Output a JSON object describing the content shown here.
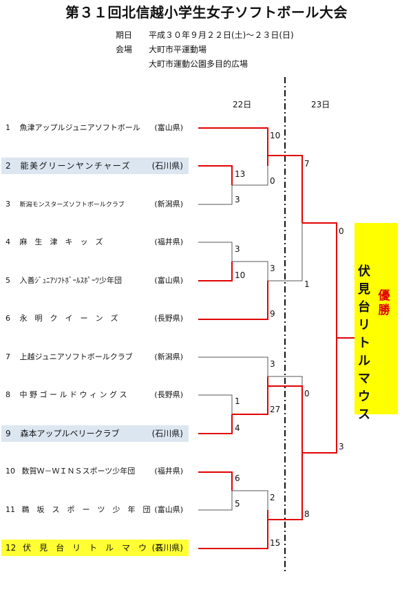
{
  "title": "第３１回北信越小学生女子ソフトボール大会",
  "info": {
    "date_label": "期日",
    "date_value": "平成３０年９月２２日(土)～２３日(日)",
    "venue_label": "会場",
    "venue_1": "大町市平運動場",
    "venue_2": "大町市運動公園多目的広場"
  },
  "days": {
    "day1": "22日",
    "day2": "23日"
  },
  "teams": [
    {
      "num": "1",
      "name": "魚津アップルジュニアソフトボール",
      "pref": "(富山県)"
    },
    {
      "num": "2",
      "name": "能美グリーンヤンチャーズ",
      "pref": "(石川県)"
    },
    {
      "num": "3",
      "name": "新潟モンスターズソフトボールクラブ",
      "pref": "(新潟県)"
    },
    {
      "num": "4",
      "name": "麻　生　津　キ　ッ　ズ",
      "pref": "(福井県)"
    },
    {
      "num": "5",
      "name": "入善ｼﾞｭﾆｱｿﾌﾄﾎﾞｰﾙｽﾎﾟｰﾂ少年団",
      "pref": "(富山県)"
    },
    {
      "num": "6",
      "name": "永　明　ク　イ　ー　ン　ズ",
      "pref": "(長野県)"
    },
    {
      "num": "7",
      "name": "上越ジュニアソフトボールクラブ",
      "pref": "(新潟県)"
    },
    {
      "num": "8",
      "name": "中 野 ゴ ー ル ド ウ ィ ン グ ス",
      "pref": "(長野県)"
    },
    {
      "num": "9",
      "name": "森本アップルベリークラブ",
      "pref": "(石川県)"
    },
    {
      "num": "10",
      "name": "数賀Ｗ－ＷＩＮＳスポーツ少年団",
      "pref": "(福井県)"
    },
    {
      "num": "11",
      "name": "鵜　坂　ス　ポ　ー　ツ　少　年　団",
      "pref": "(富山県)"
    },
    {
      "num": "12",
      "name": "伏　見　台　リ　ト　ル　マ　ウ　ス",
      "pref": "(石川県)"
    }
  ],
  "scores": {
    "r1a_t2": "13",
    "r1a_t3": "3",
    "r1b_t4": "3",
    "r1b_t5": "10",
    "r1c_t8": "1",
    "r1c_t9": "4",
    "r1d_t10": "6",
    "r1d_t11": "5",
    "qf1_t1": "10",
    "qf1_t2": "0",
    "qf2_t5": "3",
    "qf2_t6": "9",
    "qf3_t7": "3",
    "qf3_t9": "27",
    "qf4_t10": "2",
    "qf4_t12": "15",
    "sf1_top": "7",
    "sf1_bottom": "1",
    "sf2_top": "0",
    "sf2_bottom": "8",
    "final_top": "0",
    "final_bottom": "3"
  },
  "result": {
    "label": "優勝",
    "champion": "伏見台リトルマウス"
  },
  "colors": {
    "win_line": "#e00000",
    "lose_line": "#555555",
    "highlight_blue": "#dce6f1",
    "highlight_yellow": "#ffff33",
    "winner_box": "#ffff00"
  }
}
